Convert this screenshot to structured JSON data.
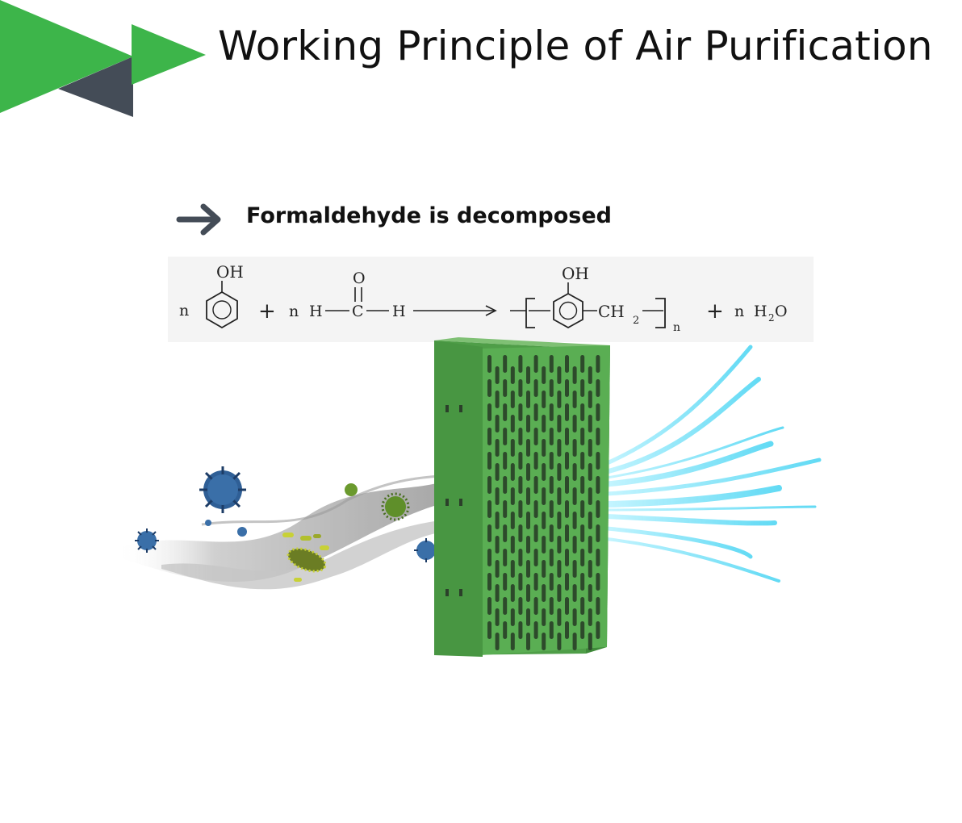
{
  "header": {
    "title": "Working Principle of Air Purification",
    "brand_colors": {
      "green": "#3db54a",
      "slate": "#444c57"
    }
  },
  "section": {
    "label": "Formaldehyde is decomposed",
    "arrow_icon": "arrow-right-icon"
  },
  "equation": {
    "reactant1": {
      "coef": "n",
      "group": "OH"
    },
    "plus1": "+",
    "reactant2": {
      "coef": "n",
      "left": "H",
      "center": "C",
      "right": "H",
      "top": "O"
    },
    "product1": {
      "group": "OH",
      "chain": "CH",
      "chain_sub": "2",
      "repeat": "n"
    },
    "plus2": "+",
    "product2": {
      "coef": "n",
      "formula": "H",
      "sub": "2",
      "tail": "O"
    }
  },
  "illustration": {
    "filter_color": "#55a84f",
    "clean_air_color": "#3fd2f2",
    "pollutant_color": "#3a6fa8"
  }
}
